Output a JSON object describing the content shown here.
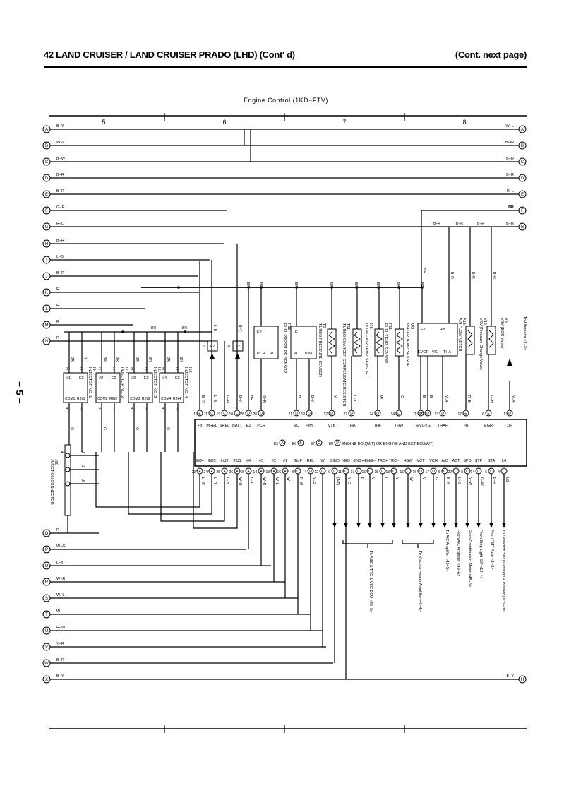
{
  "header": {
    "left": "42  LAND CRUISER / LAND CRUISER PRADO (LHD) (Cont' d)",
    "right": "(Cont.  next page)"
  },
  "diagram_title": "Engine Control (1KD−FTV)",
  "side_page_label": "− 5 −",
  "grid_columns": [
    "5",
    "6",
    "7",
    "8"
  ],
  "left_rail": [
    {
      "letter": "A",
      "color": "B−Y"
    },
    {
      "letter": "B",
      "color": "W−L"
    },
    {
      "letter": "C",
      "color": "B−W"
    },
    {
      "letter": "D",
      "color": "B−R"
    },
    {
      "letter": "E",
      "color": "B−R"
    },
    {
      "letter": "F",
      "color": "G−R"
    },
    {
      "letter": "G",
      "color": "R−L"
    },
    {
      "letter": "H",
      "color": "B−R"
    },
    {
      "letter": "I",
      "color": "L−B"
    },
    {
      "letter": "J",
      "color": "B−R"
    },
    {
      "letter": "K",
      "color": "R"
    },
    {
      "letter": "L",
      "color": "R"
    },
    {
      "letter": "M",
      "color": "R"
    },
    {
      "letter": "N",
      "color": "R"
    }
  ],
  "right_rail": [
    {
      "letter": "A",
      "color": "W−L"
    },
    {
      "letter": "B",
      "color": "B−W"
    },
    {
      "letter": "C",
      "color": "B−R"
    },
    {
      "letter": "D",
      "color": "B−R"
    },
    {
      "letter": "E",
      "color": "R−L"
    },
    {
      "letter": "F",
      "color": "BR"
    },
    {
      "letter": "G",
      "color": "B−R"
    }
  ],
  "bottom_rail": [
    {
      "letter": "O",
      "color": "R"
    },
    {
      "letter": "P",
      "color": "W−G"
    },
    {
      "letter": "Q",
      "color": "L−Y"
    },
    {
      "letter": "R",
      "color": "W−R"
    },
    {
      "letter": "S",
      "color": "W−L"
    },
    {
      "letter": "T",
      "color": "W"
    },
    {
      "letter": "U",
      "color": "R−W"
    },
    {
      "letter": "V",
      "color": "Y−R"
    },
    {
      "letter": "W",
      "color": "B−R"
    },
    {
      "letter": "X",
      "color": "B−Y"
    }
  ],
  "bottom_right_rail": {
    "letter": "H",
    "color": "B−Y"
  },
  "injectors": [
    {
      "ref": "I9",
      "name": "INJECTOR NO. 1",
      "pins": [
        "#1",
        "E2",
        "COM1",
        "RIN1"
      ]
    },
    {
      "ref": "I10",
      "name": "INJECTOR NO. 2",
      "pins": [
        "#2",
        "E2",
        "COM2",
        "RIN2"
      ]
    },
    {
      "ref": "I11",
      "name": "INJECTOR NO. 3",
      "pins": [
        "#3",
        "E2",
        "COM3",
        "RIN3"
      ]
    },
    {
      "ref": "I12",
      "name": "INJECTOR NO. 4",
      "pins": [
        "#4",
        "E2",
        "COM4",
        "RIN4"
      ]
    }
  ],
  "junction_connector": {
    "ref": "J30",
    "name": "JUNCTION CONNECTOR",
    "pin": "A"
  },
  "relay_blocks": [
    {
      "ref": "E2",
      "num": "6"
    },
    {
      "ref": "E2",
      "num": "18"
    }
  ],
  "sensors": [
    {
      "ref": "F36",
      "name": "FUEL PRESSURE SENSOR",
      "pins": [
        "E2",
        "PCR",
        "VC"
      ]
    },
    {
      "ref": "T5",
      "name": "TURBO PRESSURE SENSOR",
      "pins": [
        "E",
        "VC",
        "PIM"
      ]
    },
    {
      "ref": "T11",
      "name": "TURBO CHARGER COMPENSATE RESISTOR",
      "pins": []
    },
    {
      "ref": "I16",
      "name": "INTAKE AIR TEMP. SENSOR",
      "pins": []
    },
    {
      "ref": "F11",
      "name": "FUEL TEMP. SENSOR",
      "pins": []
    },
    {
      "ref": "W2",
      "name": "WATER TEMP. SENSOR",
      "pins": []
    },
    {
      "ref": "A13",
      "name": "AIR FLOW METER",
      "pins": [
        "E2",
        "+B",
        "EVGR",
        "VG",
        "THA"
      ]
    },
    {
      "ref": "V16",
      "name": "VSV (Pressure Change Valve)",
      "pins": []
    },
    {
      "ref": "V3",
      "name": "VSV (EGR Valve)",
      "pins": []
    }
  ],
  "alternator_note": "To Alternator <1−3>",
  "ecu": {
    "name": "ENGINE ECU(M/T) OR ENGINE AND ECT ECU(A/T)",
    "connectors": [
      "E5",
      "E6",
      "E7",
      "E8"
    ],
    "top_pins": [
      {
        "num": "1",
        "conn": "E",
        "label": "+B",
        "wire": "B−R"
      },
      {
        "num": "11",
        "conn": "C",
        "label": "MREL",
        "wire": "L−B"
      },
      {
        "num": "19",
        "conn": "C",
        "label": "SREL",
        "wire": "G−R"
      },
      {
        "num": "10",
        "conn": "C",
        "label": "BATT",
        "wire": "B−Y"
      },
      {
        "num": "28",
        "conn": "D",
        "label": "E2",
        "wire": "BR"
      },
      {
        "num": "20",
        "conn": "D",
        "label": "PCR",
        "wire": "G−R"
      },
      {
        "num": "21",
        "conn": "D",
        "label": "VC",
        "wire": "B"
      },
      {
        "num": "18",
        "conn": "D",
        "label": "PIM",
        "wire": "B−Y"
      },
      {
        "num": "12",
        "conn": "D",
        "label": "VTB",
        "wire": "Y"
      },
      {
        "num": "22",
        "conn": "D",
        "label": "THA",
        "wire": "L−Y"
      },
      {
        "num": "24",
        "conn": "D",
        "label": "THF",
        "wire": "W"
      },
      {
        "num": "14",
        "conn": "D",
        "label": "THW",
        "wire": "G"
      },
      {
        "num": "11",
        "conn": "D",
        "label": "EVG",
        "wire": "B"
      },
      {
        "num": "19",
        "conn": "D",
        "label": "VG",
        "wire": "B"
      },
      {
        "num": "13",
        "conn": "D",
        "label": "THAF",
        "wire": "Y−B"
      },
      {
        "num": "17",
        "conn": "E",
        "label": "PA",
        "wire": "R−B"
      },
      {
        "num": "6",
        "conn": "E",
        "label": "EGR",
        "wire": "G−B"
      },
      {
        "num": "1",
        "conn": "D",
        "label": "DF",
        "wire": "Y−B"
      }
    ],
    "bottom_pins": [
      {
        "num": "23",
        "conn": "A",
        "label": "INJ4",
        "wire": "L−W"
      },
      {
        "num": "24",
        "conn": "A",
        "label": "INJ3",
        "wire": "L−R"
      },
      {
        "num": "25",
        "conn": "A",
        "label": "INJ2",
        "wire": "L−B"
      },
      {
        "num": "26",
        "conn": "A",
        "label": "INJ1",
        "wire": "W−G"
      },
      {
        "num": "15",
        "conn": "A",
        "label": "#4",
        "wire": "L−Y"
      },
      {
        "num": "14",
        "conn": "A",
        "label": "#3",
        "wire": "W−R"
      },
      {
        "num": "13",
        "conn": "A",
        "label": "#2",
        "wire": "W−L"
      },
      {
        "num": "16",
        "conn": "A",
        "label": "#1",
        "wire": "W"
      },
      {
        "num": "8",
        "conn": "D",
        "label": "INJF",
        "wire": "R−W"
      },
      {
        "num": "4",
        "conn": "D",
        "label": "REL",
        "wire": "Y−R"
      },
      {
        "num": "12",
        "conn": "C",
        "label": "W",
        "wire": ""
      },
      {
        "num": "9",
        "conn": "C",
        "label": "GIND",
        "wire": "(A/T)"
      },
      {
        "num": "11",
        "conn": "C",
        "label": "NEO",
        "wire": "Y−G"
      },
      {
        "num": "17",
        "conn": "C",
        "label": "ENG+",
        "wire": "P"
      },
      {
        "num": "16",
        "conn": "C",
        "label": "ENG−",
        "wire": "V"
      },
      {
        "num": "15",
        "conn": "C",
        "label": "TRC+",
        "wire": "L"
      },
      {
        "num": "13",
        "conn": "C",
        "label": "TRC−",
        "wire": "Y"
      },
      {
        "num": "15",
        "conn": "D",
        "label": "HSW",
        "wire": "W"
      },
      {
        "num": "16",
        "conn": "D",
        "label": "VCT",
        "wire": "V"
      },
      {
        "num": "17",
        "conn": "D",
        "label": "VCH",
        "wire": "G"
      },
      {
        "num": "5",
        "conn": "C",
        "label": "A/C",
        "wire": "B−Y"
      },
      {
        "num": "22",
        "conn": "C",
        "label": "ACT",
        "wire": "L−B"
      },
      {
        "num": "8",
        "conn": "C",
        "label": "SPD",
        "wire": "V−W"
      },
      {
        "num": "14",
        "conn": "C",
        "label": "STP",
        "wire": "G−W"
      },
      {
        "num": "6",
        "conn": "C",
        "label": "STA",
        "wire": "B−R"
      },
      {
        "num": "4",
        "conn": "C",
        "label": "L4",
        "wire": "LG"
      }
    ]
  },
  "destinations": [
    {
      "text": "To ABS & TRC & VSC ECU <45−5>"
    },
    {
      "text": "To Viscous Heater Amplifier<46−4>"
    },
    {
      "text": "To A/C Amplifier <49−5>"
    },
    {
      "text": "From A/C Amplifier <49−6>"
    },
    {
      "text": "From Combination Meter <48−5>"
    },
    {
      "text": "From Stop Light SW <12−4>"
    },
    {
      "text": "From \"ST\" Fuse <1−3>"
    },
    {
      "text": "To Detection SW (Transfer L4 Position) <31−3>"
    }
  ],
  "colors": {
    "line": "#000000",
    "background": "#ffffff"
  }
}
